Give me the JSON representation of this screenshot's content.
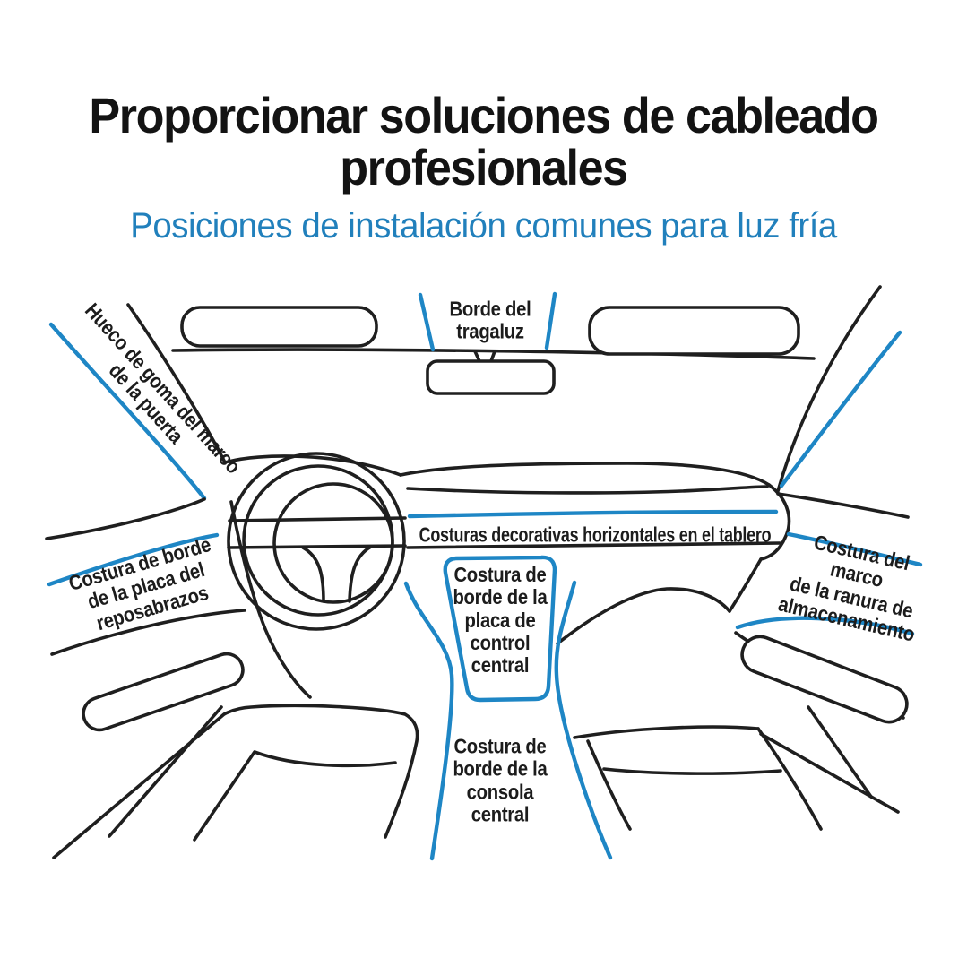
{
  "header": {
    "title": "Proporcionar soluciones de cableado\nprofesionales",
    "subtitle": "Posiciones de instalación comunes para luz fría"
  },
  "colors": {
    "title_black": "#131313",
    "subtitle_blue": "#2180bc",
    "outline_black": "#1f1f1f",
    "accent_blue": "#1e86c5",
    "background": "#ffffff"
  },
  "diagram": {
    "description_names": [
      "car-interior-line-drawing"
    ],
    "labels": {
      "door_frame": {
        "text": "Hueco de goma del marco\nde la puerta"
      },
      "skylight": {
        "text": "Borde del\ntragaluz"
      },
      "dashboard": {
        "text": "Costuras decorativas horizontales en el tablero"
      },
      "armrest": {
        "text": "Costura de borde\nde la placa del\nreposabrazos"
      },
      "control_panel": {
        "text": "Costura de\nborde de la\nplaca de\ncontrol\ncentral"
      },
      "storage_slot": {
        "text": "Costura del marco\nde la ranura de\nalmacenamiento"
      },
      "console": {
        "text": "Costura de\nborde de la\nconsola\ncentral"
      }
    }
  }
}
